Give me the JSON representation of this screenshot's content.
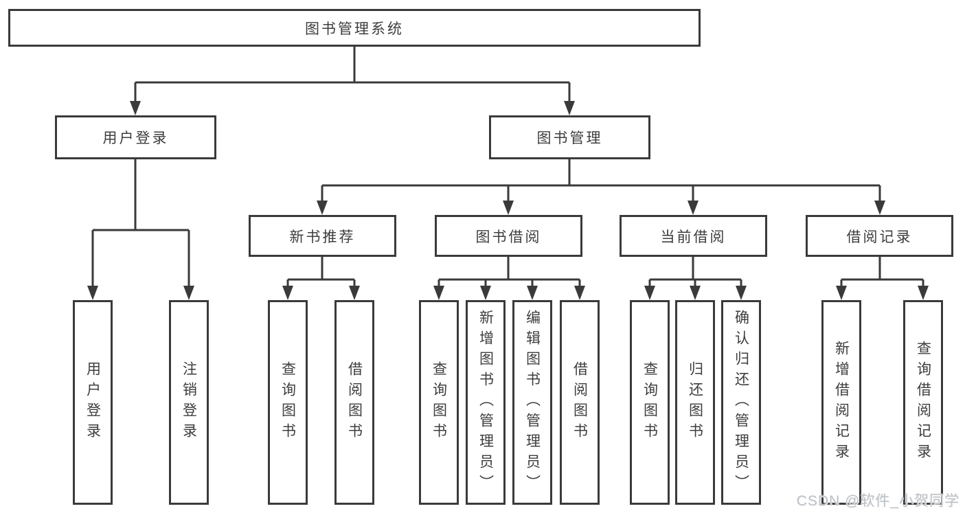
{
  "diagram": {
    "title": "图书管理系统",
    "line_color": "#3a3a3a",
    "background_color": "#ffffff",
    "nodes": {
      "root": {
        "label": "图书管理系统"
      },
      "user_login": {
        "label": "用户登录",
        "children": [
          "用户登录",
          "注销登录"
        ]
      },
      "book_mgmt": {
        "label": "图书管理"
      },
      "new_books": {
        "label": "新书推荐",
        "children": [
          "查询图书",
          "借阅图书"
        ]
      },
      "borrow": {
        "label": "图书借阅",
        "children": [
          "查询图书",
          "新增图书（管理员）",
          "编辑图书（管理员）",
          "借阅图书"
        ]
      },
      "current": {
        "label": "当前借阅",
        "children": [
          "查询图书",
          "归还图书",
          "确认归还（管理员）"
        ]
      },
      "records": {
        "label": "借阅记录",
        "children": [
          "新增借阅记录",
          "查询借阅记录"
        ]
      }
    }
  },
  "watermark": {
    "text": "CSDN @软件_小贺同学",
    "color": "#bcc0c6"
  }
}
